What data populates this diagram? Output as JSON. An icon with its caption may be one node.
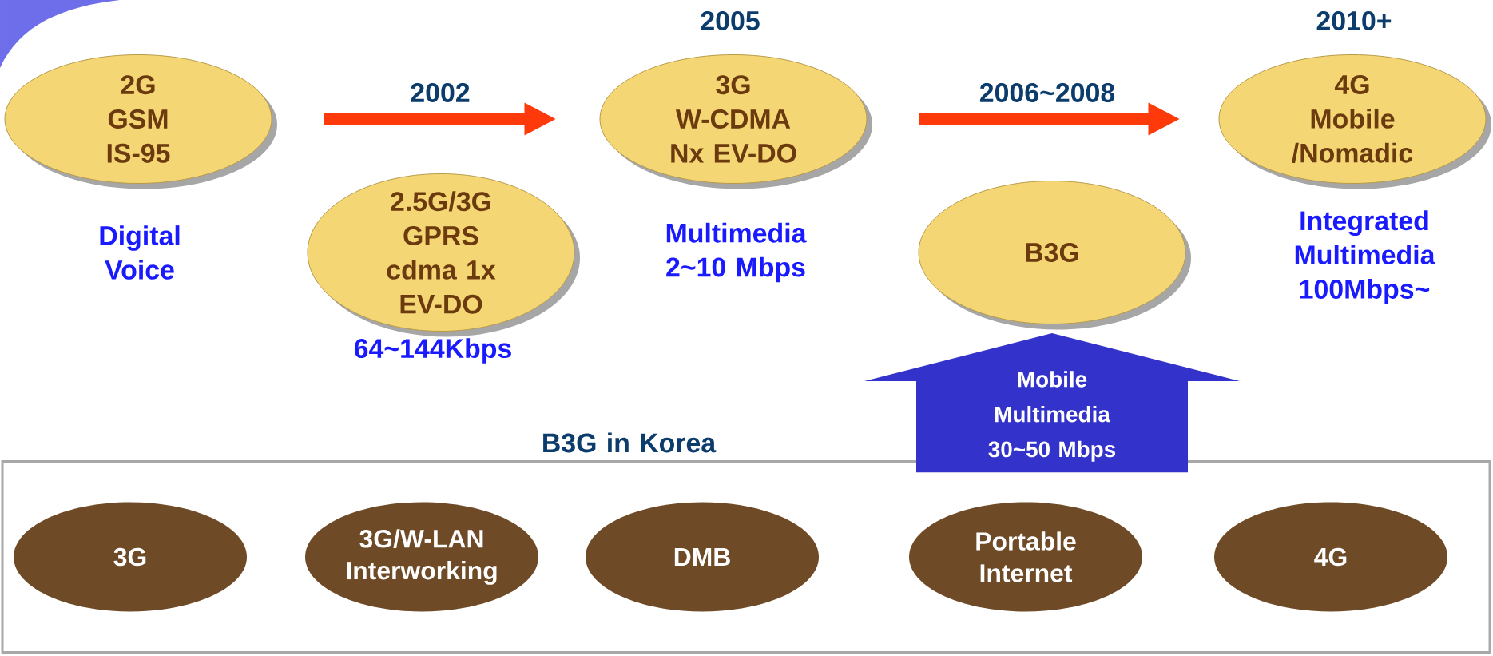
{
  "diagram": {
    "nodes": [
      {
        "text": [
          "2G GSM IS-95"
        ],
        "beside": [
          "Digital Voice"
        ]
      },
      {
        "text": [
          "3G W-CDMA Nx EV-DO"
        ],
        "beside": [
          "2005",
          "Multimedia 2~10 Mbps"
        ]
      },
      {
        "text": [
          "4G Mobile /Nomadic"
        ],
        "beside": [
          "2010+",
          "Integrated Multimedia 100Mbps~"
        ]
      },
      {
        "text": [
          "2.5G/3G GPRS cdma 1x EV-DO"
        ],
        "beside": [
          "64~144Kbps"
        ]
      },
      {
        "text": [
          "B3G"
        ]
      },
      {
        "text": [
          "B3G in Korea"
        ]
      },
      {
        "text": [
          "3G"
        ],
        "in": 5
      },
      {
        "text": [
          "3G/W-LAN Interworking"
        ],
        "in": 5
      },
      {
        "text": [
          "DMB"
        ],
        "in": 5
      },
      {
        "text": [
          "Portable Internet"
        ],
        "in": 5
      },
      {
        "text": [
          "4G"
        ],
        "in": 5
      }
    ],
    "edges": [
      {
        "from": 0,
        "to": 1,
        "arrow": "to",
        "label": "2002"
      },
      {
        "from": 1,
        "to": 2,
        "arrow": "to",
        "label": "2006~2008"
      },
      {
        "from": 9,
        "to": 4,
        "arrow": "to",
        "label": "Mobile Multimedia 30~50 Mbps",
        "style": "thick",
        "color": "#3333cc"
      }
    ]
  }
}
